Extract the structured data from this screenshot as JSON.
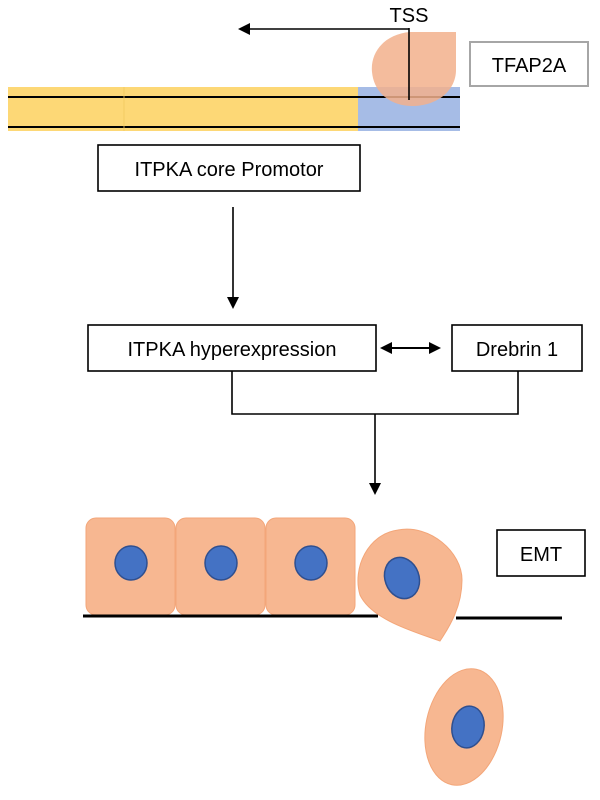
{
  "labels": {
    "tss": "TSS",
    "tfap2a": "TFAP2A",
    "promoter": "ITPKA core Promotor",
    "hyperexpression": "ITPKA hyperexpression",
    "drebrin": "Drebrin 1",
    "emt": "EMT"
  },
  "colors": {
    "dna_yellow": "#fdd876",
    "dna_blue": "#a6bce6",
    "tfap2a_blob": "#f2b08c",
    "cell_fill": "#f7b791",
    "nucleus_fill": "#4472c4",
    "nucleus_stroke": "#2f4f8f",
    "box_stroke": "#000000",
    "tfap2a_box_stroke": "#a6a6a6"
  },
  "icons": {
    "interaction": "double-headed-arrow",
    "tss": "bent-arrow-left"
  }
}
